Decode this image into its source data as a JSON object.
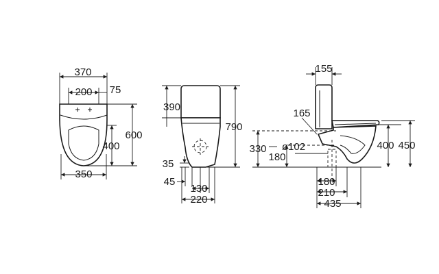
{
  "front_view": {
    "width_top": "370",
    "width_inner": "200",
    "offset": "75",
    "height_total": "600",
    "height_axis": "400",
    "width_base": "350"
  },
  "side_view": {
    "cistern_height": "390",
    "total_height": "790",
    "outlet_height": "35",
    "base_offset": "45",
    "fixing_distance": "130",
    "base_depth": "220"
  },
  "rear_view": {
    "top_width": "155",
    "inlet_offset": "165",
    "outlet_height": "330",
    "outlet_diameter": "ø102",
    "axis_height": "180",
    "seat_height": "400",
    "rim_height": "450",
    "outlet_distance": "180",
    "floor_distance": "210",
    "projection": "435"
  }
}
